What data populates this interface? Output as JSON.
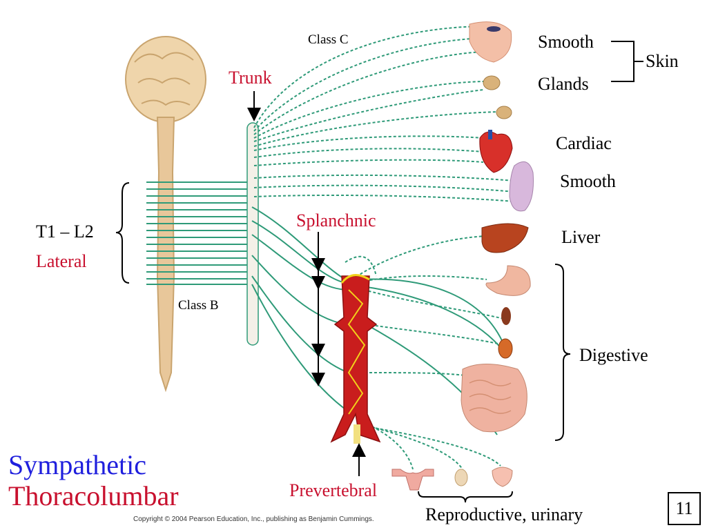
{
  "title": {
    "line1": "Sympathetic",
    "line2": "Thoracolumbar"
  },
  "labels": {
    "class_c": "Class C",
    "class_b": "Class B",
    "trunk": "Trunk",
    "splanchnic": "Splanchnic",
    "prevertebral": "Prevertebral",
    "t1_l2": "T1 – L2",
    "lateral": "Lateral"
  },
  "targets": {
    "smooth_skin": "Smooth",
    "glands": "Glands",
    "skin": "Skin",
    "cardiac": "Cardiac",
    "smooth_lung": "Smooth",
    "liver": "Liver",
    "digestive": "Digestive",
    "reproductive_urinary": "Reproductive, urinary"
  },
  "copyright": "Copyright © 2004 Pearson Education, Inc., publishing as Benjamin Cummings.",
  "page_number": "11",
  "colors": {
    "nerve": "#2e9a78",
    "red_label": "#c8102e",
    "blue_title": "#1f1fdd",
    "spinal_cord": "#e8c79a",
    "aorta": "#c91d1d"
  }
}
